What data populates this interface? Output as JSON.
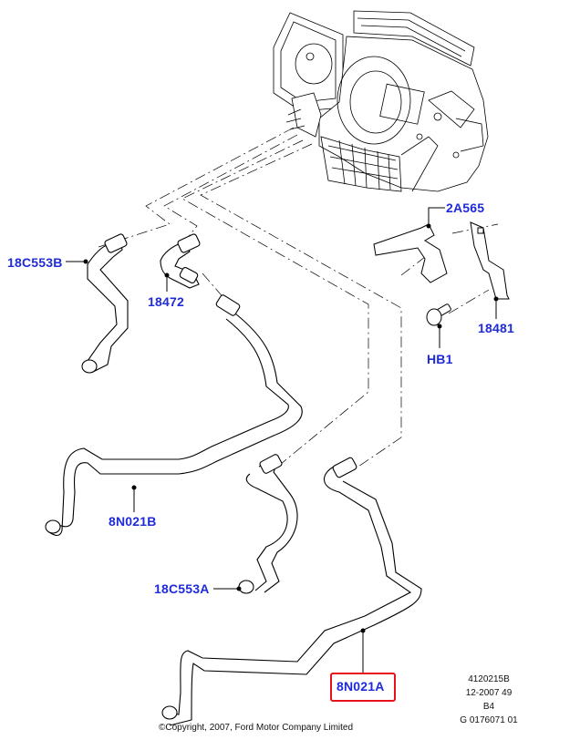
{
  "diagram": {
    "title": "Heater hoses / heater core connection parts diagram",
    "colors": {
      "label": "#1f2bd9",
      "highlight": "#e8101a",
      "linework": "#000000"
    },
    "callouts": [
      {
        "id": "18C553B",
        "label": "18C553B",
        "part": "heater hose (upper)"
      },
      {
        "id": "18472",
        "label": "18472",
        "part": "hose connector"
      },
      {
        "id": "2A565",
        "label": "2A565",
        "part": "hose clip bracket"
      },
      {
        "id": "18481",
        "label": "18481",
        "part": "bracket"
      },
      {
        "id": "HB1",
        "label": "HB1",
        "part": "bolt"
      },
      {
        "id": "8N021B",
        "label": "8N021B",
        "part": "heater hose"
      },
      {
        "id": "18C553A",
        "label": "18C553A",
        "part": "heater hose (lower)"
      },
      {
        "id": "8N021A",
        "label": "8N021A",
        "part": "heater hose",
        "highlighted": true
      }
    ],
    "info_block": [
      "4120215B",
      "12-2007 49",
      "B4",
      "G 0176071 01"
    ],
    "copyright": "©Copyright, 2007, Ford Motor Company Limited"
  }
}
